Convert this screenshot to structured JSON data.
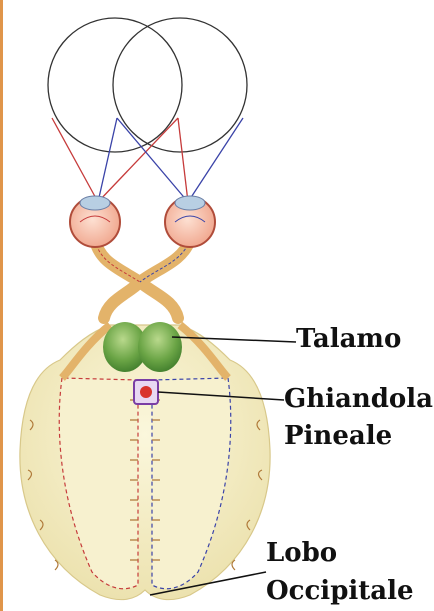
{
  "labels": {
    "talamo": "Talamo",
    "ghiandola_line1": "Ghiandola",
    "ghiandola_line2": "Pineale",
    "lobo_line1": "Lobo",
    "lobo_line2": "Occipitale"
  },
  "colors": {
    "left_field_lines": "#c63b3b",
    "right_field_lines": "#3a43a8",
    "eye_fill": "#f4b7a0",
    "brain_fill": "#f3edc2",
    "thalamus_green": "#5c9a3c",
    "pineal_purple": "#7a3ea5",
    "frame_orange": "#e0954a"
  }
}
